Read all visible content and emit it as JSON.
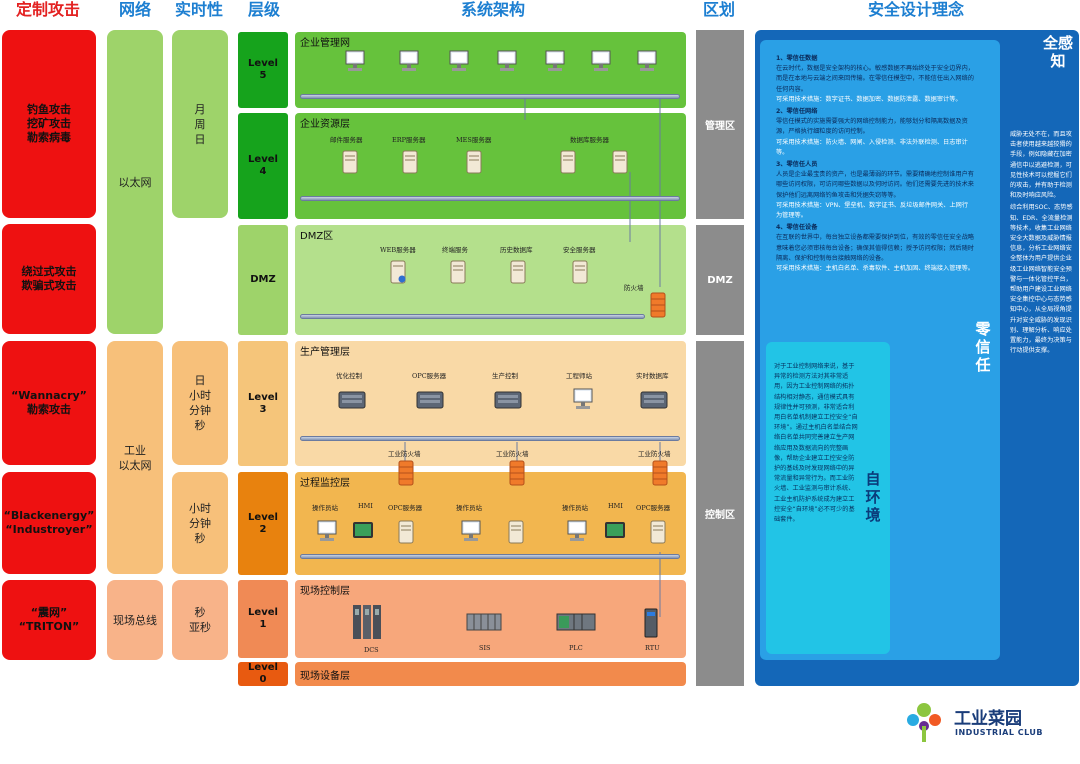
{
  "headers": {
    "attack": "定制攻击",
    "network": "网络",
    "realtime": "实时性",
    "level": "层级",
    "architecture": "系统架构",
    "zone": "区划",
    "security": "安全设计理念"
  },
  "attacks": [
    "钓鱼攻击\n挖矿攻击\n勒索病毒",
    "绕过式攻击\n欺骗式攻击",
    "“Wannacry”\n勒索攻击",
    "“Blackenergy”\n“Industroyer”",
    "“震网”\n“TRITON”"
  ],
  "networks": [
    "以太网",
    "工业\n以太网",
    "现场总线"
  ],
  "realtime": [
    "月\n周\n日",
    "日\n小时\n分钟\n秒",
    "小时\n分钟\n秒",
    "秒\n亚秒"
  ],
  "levels": [
    "Level\n5",
    "Level\n4",
    "DMZ",
    "Level\n3",
    "Level\n2",
    "Level\n1",
    "Level\n0"
  ],
  "layers": {
    "enterprise_mgmt": "企业管理网",
    "enterprise_resource": "企业资源层",
    "dmz": "DMZ区",
    "production_mgmt": "生产管理层",
    "process_monitor": "过程监控层",
    "field_control": "现场控制层",
    "field_device": "现场设备层"
  },
  "nodes": {
    "l4": [
      "邮件服务器",
      "ERP服务器",
      "MES服务器",
      "数据库服务器"
    ],
    "dmz": [
      "WEB服务器",
      "终端服务",
      "历史数据库",
      "安全服务器"
    ],
    "dmz_firewall": "防火墙",
    "l3": [
      "优化控制",
      "OPC服务器",
      "生产控制",
      "工程师站",
      "实时数据库"
    ],
    "l3_firewalls": [
      "工业防火墙",
      "工业防火墙",
      "工业防火墙"
    ],
    "l2": [
      "操作员站",
      "HMI",
      "OPC服务器",
      "操作员站",
      "操作员站",
      "HMI",
      "OPC服务器"
    ],
    "l1": [
      "DCS",
      "SIS",
      "PLC",
      "RTU"
    ]
  },
  "zones": [
    "管理区",
    "DMZ",
    "控制区"
  ],
  "security": {
    "full_perception": "全感知",
    "zero_trust": "零信任",
    "self_env": "自环境",
    "zero_trust_items": [
      {
        "title": "1、零信任数据",
        "body": "在云时代，数据是安全架构的核心。敏感数据不再始终处于安全边界内，而是在本地与云端之间来回传输。在零信任模型中，不能信任出入网络的任何内容。",
        "measure": "可采用技术措施：数字证书、数据加密、数据防泄露、数据审计等。"
      },
      {
        "title": "2、零信任网络",
        "body": "零信任模式的实施需要强大的网络控制能力，能够划分和隔离数据及资源，严格执行细粒度的访问控制。",
        "measure": "可采用技术措施：防火墙、网闸、入侵检测、非法外联检测、日志审计等。"
      },
      {
        "title": "3、零信任人员",
        "body": "人员是企业最宝贵的资产，也是最薄弱的环节。需要精确地控制谁用户有哪些访问权限，可访问哪些数据以及何时访问。他们还需要先进的技术来保护他们远离网络钓鱼攻击和凭据失窃等等。",
        "measure": "可采用技术措施：VPN、堡垒机、数字证书、反垃圾邮件网关、上网行为管理等。"
      },
      {
        "title": "4、零信任设备",
        "body": "在互联的世界中，每台独立设备都需要保护到位，有效的零信任安全战略意味着您必须审核每台设备；确保其值得信赖；授予访问权限；然后随时隔离、保护和控制每台接触网络的设备。",
        "measure": "可采用技术措施：主机白名单、杀毒软件、主机加固、终端接入管理等。"
      }
    ],
    "self_env_text": "对于工业控制网络来说，基于异常的检测方法对其非常适用，因为工业控制网络的拓扑结构相对静态，通信模式具有规律性并可预测，非常适合利用白名单机制建立工控安全“自环境”。通过主机白名单结合网络白名单共同完善建立生产网络应用及数据流向的完整画像，帮助企业建立工控安全防护的基线及时发现网络中的异常流量和异常行为。而工业防火墙、工业监测与审计系统、工业主机防护系统成为建立工控安全“自环境”必不可少的基础套件。",
    "perception_items": [
      "威胁无处不在，而且攻击者使用越来越狡猾的手段，例如隐藏在加密通信中以逃避检测，可见性技术可以挖掘它们的攻击，并有助于检测和及时响应风险。",
      "综合利用SOC、态势感知、EDR、全流量检测等技术，收集工业网络安全大数据及威胁情报信息，分析工业网络安全整体为用户提供企业级工业网络智能安全预警与一体化管控平台，帮助用户建设工业网络安全集控中心与态势感知中心，从全局视角提升对安全威胁的发现识别、理解分析、响应处置能力，最终为决策与行动提供支撑。"
    ]
  },
  "logo": {
    "cn": "工业菜园",
    "en": "INDUSTRIAL CLUB"
  },
  "colors": {
    "attack": "#ee1111",
    "net_green": "#9ed36a",
    "net_orange": "#f7c07a",
    "level_green": "#16a31c",
    "level_orange": "#e8820e",
    "zone_gray": "#8c8c8c",
    "security_blue": "#1467b8",
    "zero_trust_blue": "#2aa0e6",
    "self_env_cyan": "#22c4e6"
  }
}
